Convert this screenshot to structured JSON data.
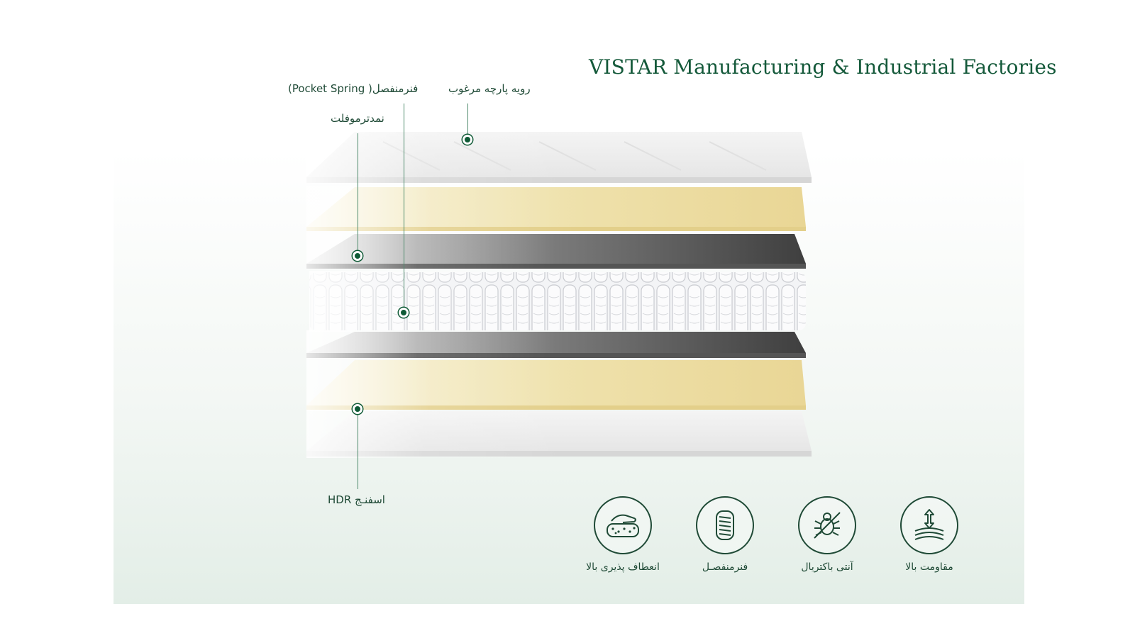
{
  "header": {
    "title": "VISTAR Manufacturing & Industrial Factories"
  },
  "layers": {
    "cover_label": "رویه پارچه مرغوب",
    "spring_label": "فنرمنفصل( Pocket Spring)",
    "felt_label": "نمدترموفلت",
    "hdr_label": "اسفنـج HDR"
  },
  "features": [
    {
      "label": "انعطاف پذیری بالا",
      "icon": "flexible-foam-icon"
    },
    {
      "label": "فنرمنفصـل",
      "icon": "pocket-spring-icon"
    },
    {
      "label": "آنتی باکتریال",
      "icon": "anti-bacterial-icon"
    },
    {
      "label": "مقاومت بالا",
      "icon": "high-resistance-icon"
    }
  ],
  "colors": {
    "brand": "#14593a",
    "dot": "#0f5a36",
    "foam": "#efe2ad",
    "felt": "#5a5a5a"
  }
}
